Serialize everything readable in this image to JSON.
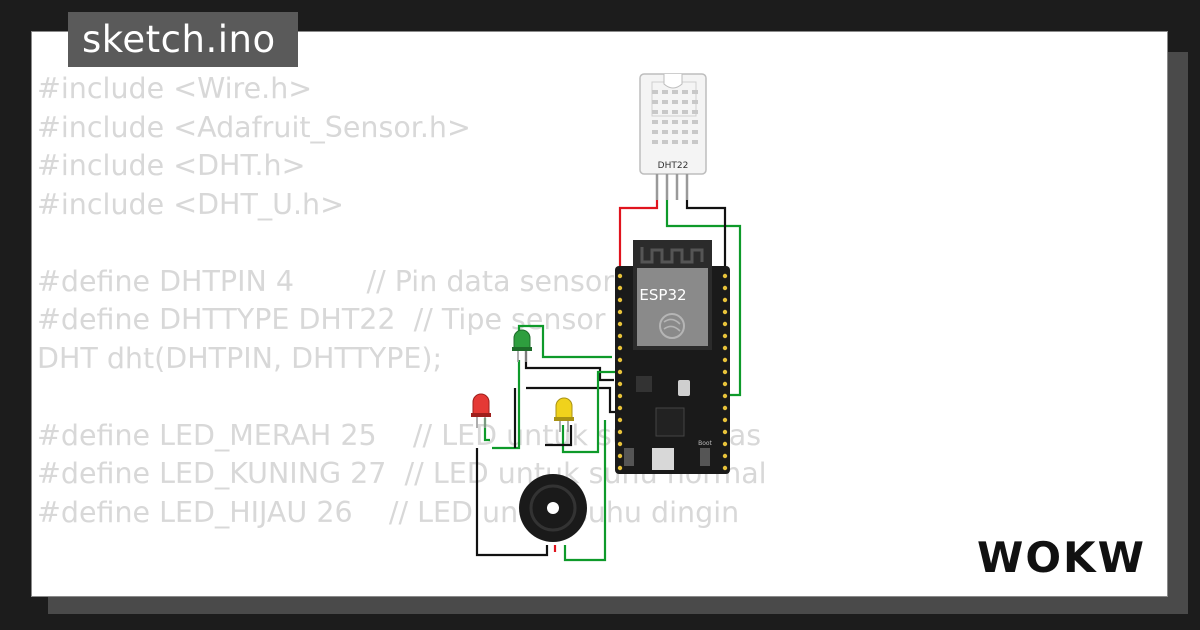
{
  "project": {
    "file_tab": "sketch.ino",
    "brand": "WOKWI"
  },
  "code": {
    "lines": [
      "#include <Wire.h>",
      "#include <Adafruit_Sensor.h>",
      "#include <DHT.h>",
      "#include <DHT_U.h>",
      "",
      "#define DHTPIN 4        // Pin data sensor DHT22",
      "#define DHTTYPE DHT22  // Tipe sensor DHT",
      "DHT dht(DHTPIN, DHTTYPE);",
      "",
      "#define LED_MERAH 25    // LED untuk suhu panas",
      "#define LED_KUNING 27  // LED untuk suhu normal",
      "#define LED_HIJAU 26    // LED untuk suhu dingin"
    ]
  },
  "circuit": {
    "sensor_label": "DHT22",
    "board_label": "ESP32",
    "boot_label": "Boot",
    "colors": {
      "wire_red": "#e0141e",
      "wire_black": "#111111",
      "wire_green": "#0e9a2a",
      "led_red": "#e53935",
      "led_green": "#2e9e3e",
      "led_yellow": "#f0d21c",
      "pcb": "#1a1a1a",
      "pin": "#e8c33a"
    }
  }
}
